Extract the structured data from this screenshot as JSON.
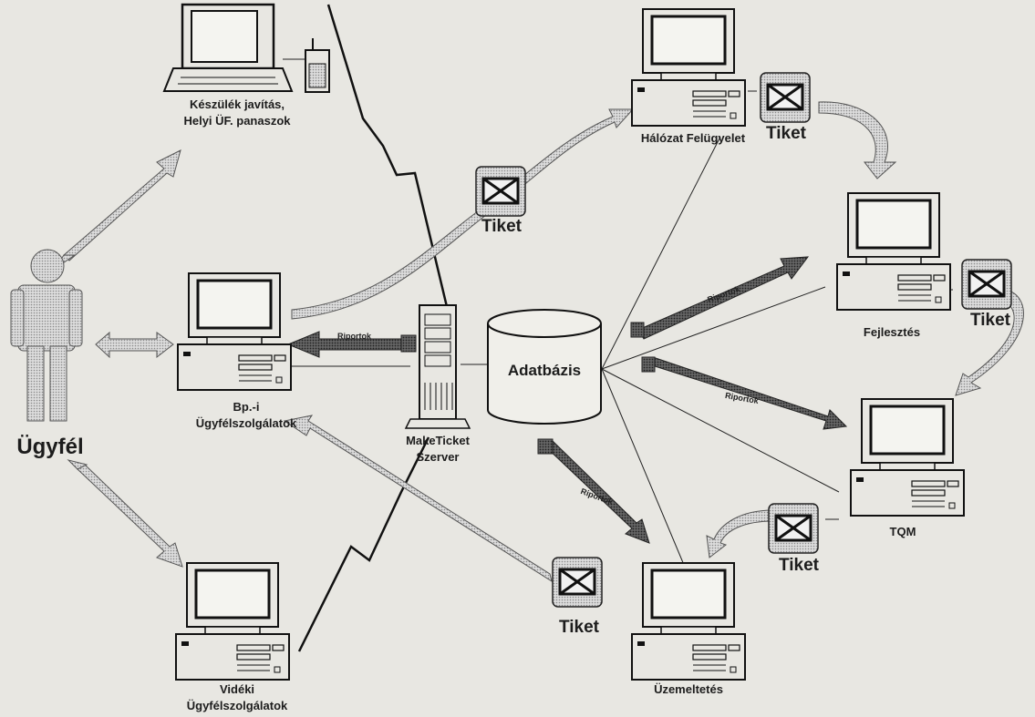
{
  "nodes": {
    "repair": [
      "Készülék javítás,",
      "Helyi ÜF. panaszok"
    ],
    "network": "Hálózat Felügyelet",
    "dev": "Fejlesztés",
    "bp": [
      "Bp.-i",
      "Ügyfélszolgálatok"
    ],
    "server": [
      "MakeTicket",
      "Szerver"
    ],
    "db": "Adatbázis",
    "tqm": "TQM",
    "rural": [
      "Vidéki",
      "Ügyfélszolgálatok"
    ],
    "ops": "Üzemeltetés",
    "client": "Ügyfél"
  },
  "tiket_label": "Tiket",
  "riportok_label": "Riportok",
  "colors": {
    "background": "#e8e7e2",
    "ink": "#1c1c1c",
    "arrow_fill": "#cfcfcf"
  }
}
